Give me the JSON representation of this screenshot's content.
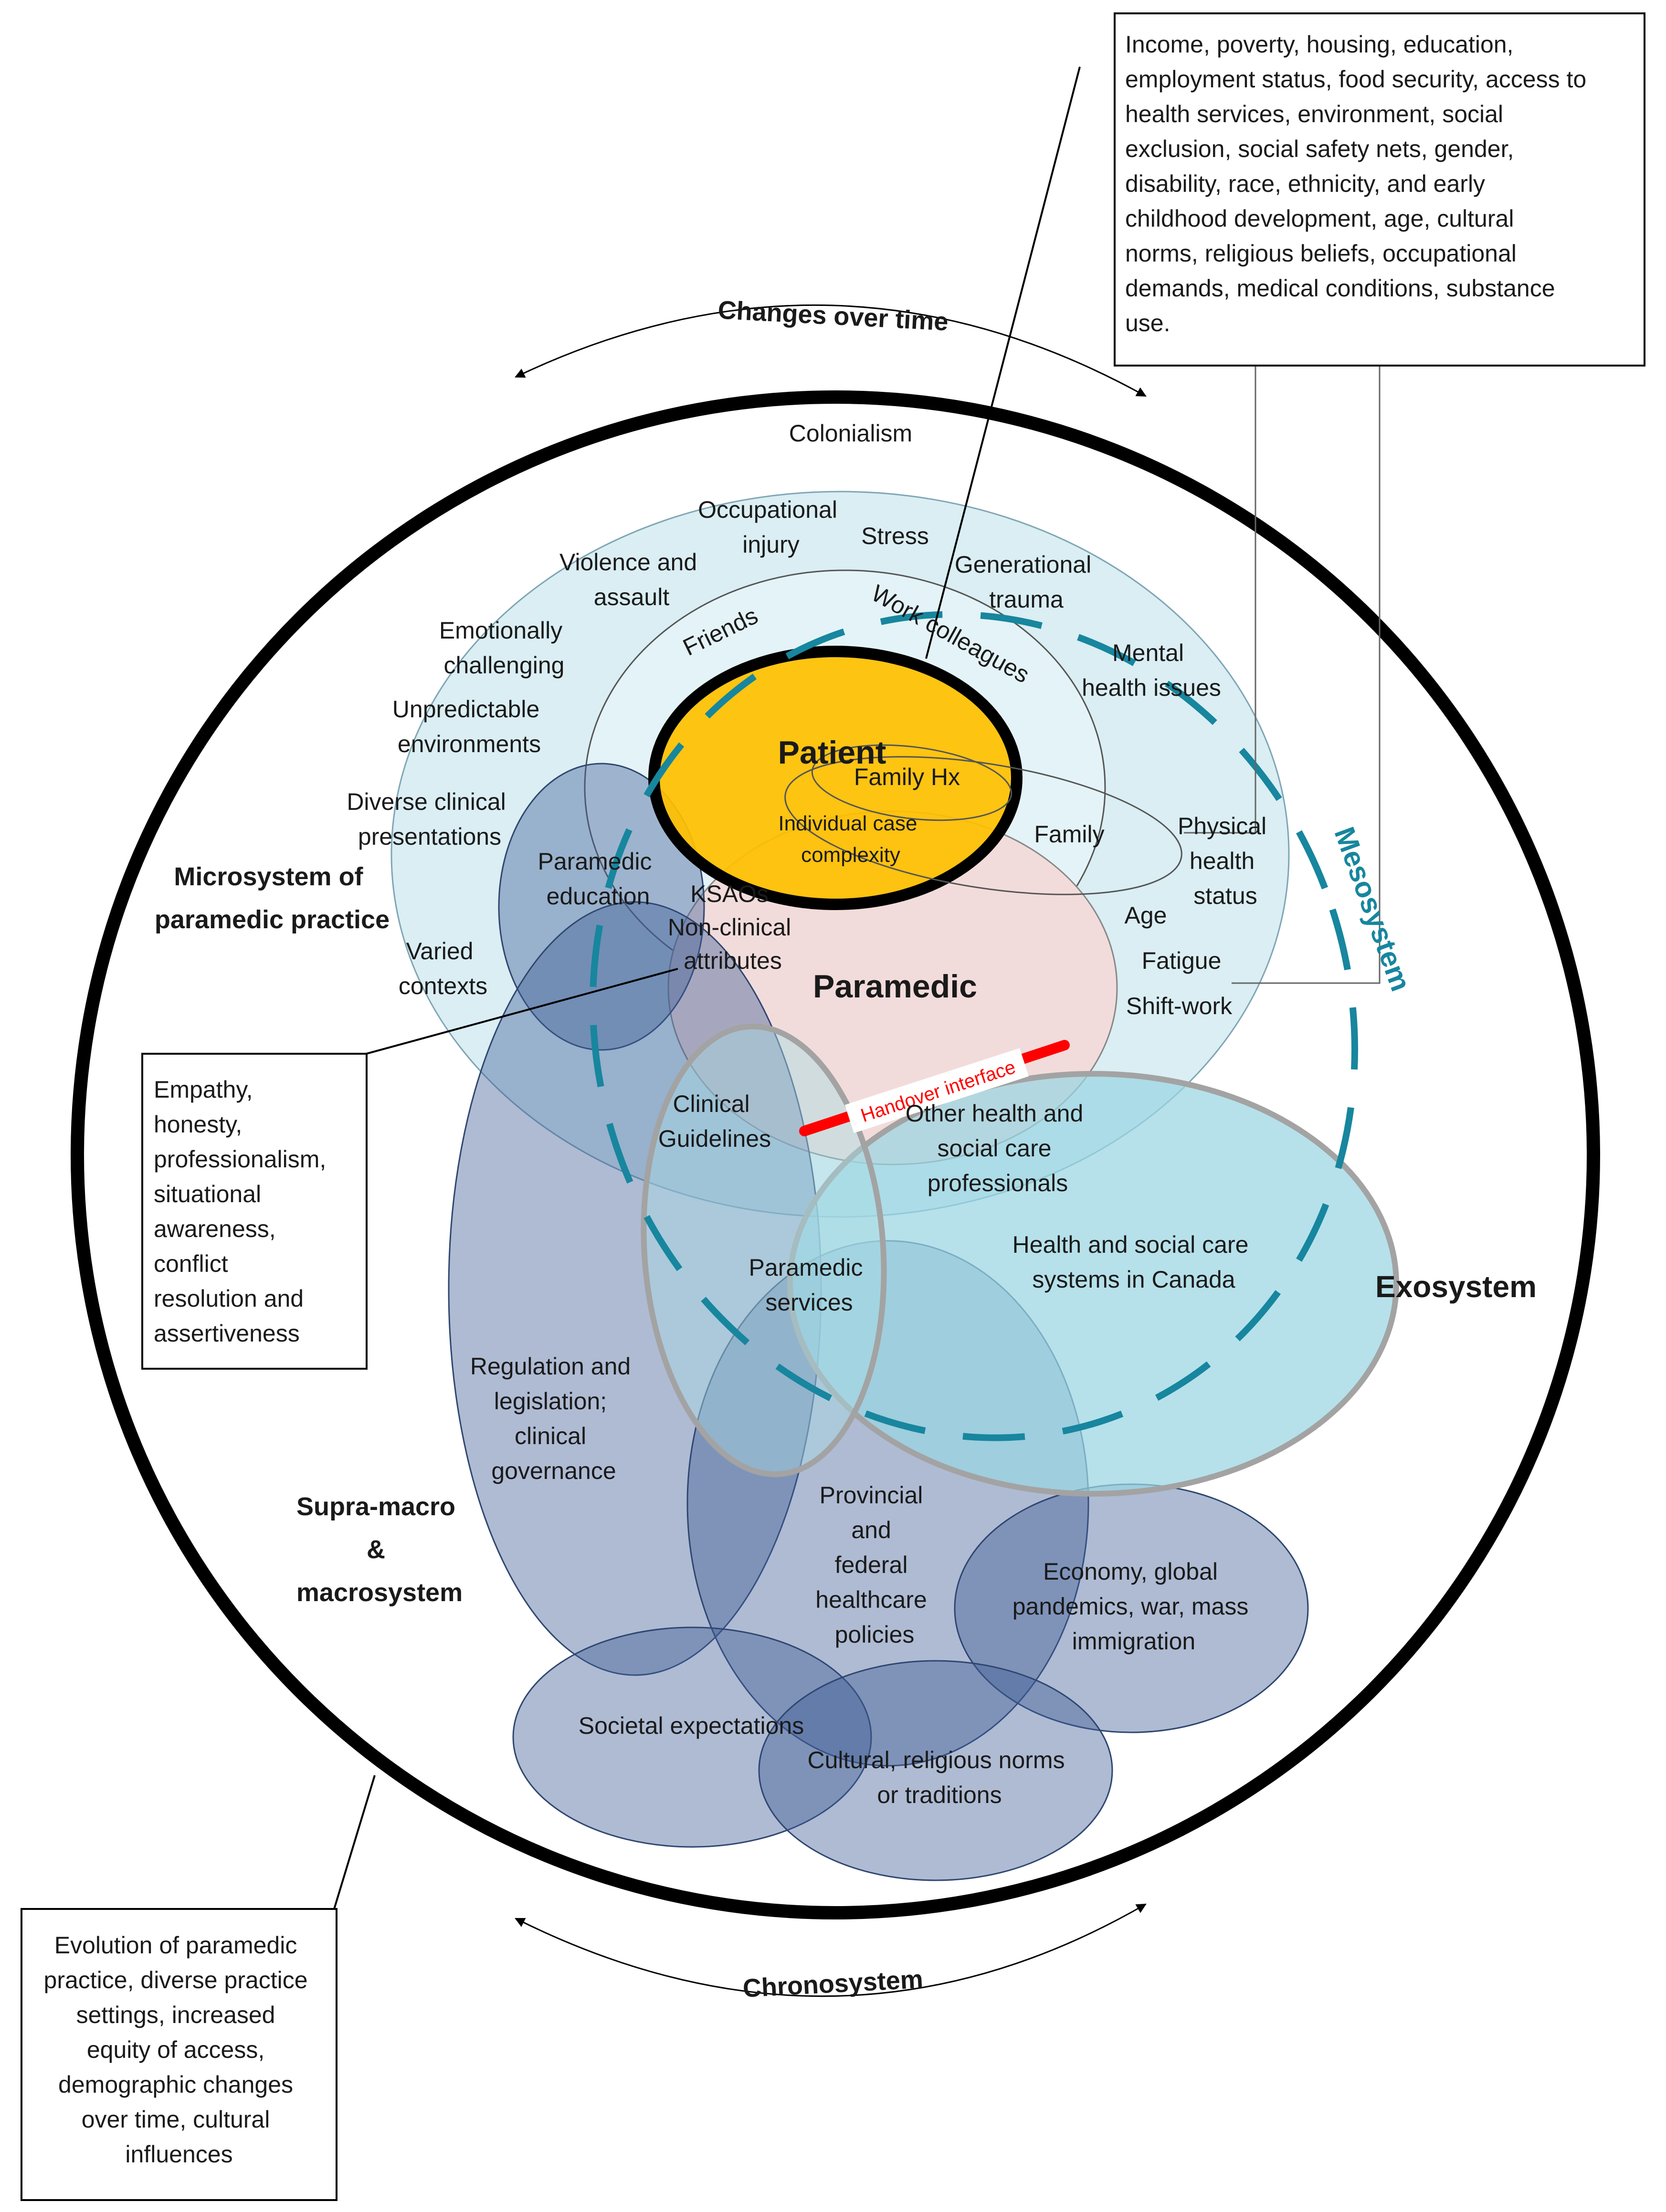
{
  "chronosystem": {
    "top_label": "Changes over time",
    "bottom_label": "Chronosystem",
    "description": [
      "Evolution of paramedic",
      "practice, diverse practice",
      "settings, increased",
      "equity of access,",
      "demographic changes",
      "over time, cultural",
      "influences"
    ]
  },
  "determinants_box": {
    "lines": [
      "Income, poverty, housing, education,",
      "employment status, food security, access to",
      "health services, environment, social",
      "exclusion, social safety nets, gender,",
      "disability, race, ethnicity, and early",
      "childhood development, age, cultural",
      "norms, religious beliefs, occupational",
      "demands, medical conditions, substance",
      "use."
    ]
  },
  "attributes_box": {
    "lines": [
      "Empathy,",
      "honesty,",
      "professionalism,",
      "situational",
      "awareness,",
      "conflict",
      "resolution and",
      "assertiveness"
    ]
  },
  "labels": {
    "colonialism": "Colonialism",
    "occupational_injury": [
      "Occupational",
      "injury"
    ],
    "stress": "Stress",
    "violence": [
      "Violence and",
      "assault"
    ],
    "generational_trauma": [
      "Generational",
      "trauma"
    ],
    "emotionally": [
      "Emotionally",
      "challenging"
    ],
    "mental_health": [
      "Mental",
      "health issues"
    ],
    "unpredictable": [
      "Unpredictable",
      "environments"
    ],
    "diverse_clinical": [
      "Diverse clinical",
      "presentations"
    ],
    "physical_health": [
      "Physical",
      "health",
      "status"
    ],
    "microsystem": [
      "Microsystem of",
      "paramedic practice"
    ],
    "varied_contexts": [
      "Varied",
      "contexts"
    ],
    "age": "Age",
    "fatigue": "Fatigue",
    "shift_work": "Shift-work",
    "friends": "Friends",
    "work_colleagues": "Work colleagues",
    "patient": "Patient",
    "family_hx": "Family Hx",
    "case_complexity": [
      "Individual case",
      "complexity"
    ],
    "family": "Family",
    "paramedic_education": [
      "Paramedic",
      "education"
    ],
    "ksaos": [
      "KSAOs",
      "Non-clinical",
      "attributes"
    ],
    "paramedic": "Paramedic",
    "mesosystem": "Mesosystem",
    "handover": "Handover interface",
    "clinical_guidelines": [
      "Clinical",
      "Guidelines"
    ],
    "other_professionals": [
      "Other health and",
      "social care",
      "professionals"
    ],
    "health_systems": [
      "Health and social care",
      "systems in Canada"
    ],
    "exosystem": "Exosystem",
    "paramedic_services": [
      "Paramedic",
      "services"
    ],
    "regulation": [
      "Regulation and",
      "legislation;",
      "clinical",
      "governance"
    ],
    "supra_macro": [
      "Supra-macro",
      "&",
      "macrosystem"
    ],
    "provincial": [
      "Provincial",
      "and",
      "federal",
      "healthcare",
      "policies"
    ],
    "economy": [
      "Economy, global",
      "pandemics, war, mass",
      "immigration"
    ],
    "societal": "Societal expectations",
    "cultural": [
      "Cultural, religious norms",
      "or traditions"
    ]
  },
  "colors": {
    "microsystem_fill": "#daeef3",
    "patient_fill": "#ffc000",
    "paramedic_fill": "#f2dcdb",
    "macro_fill": "#8096b8",
    "exo_fill": "#9ad6e2",
    "mesosystem_stroke": "#17869e",
    "handover_stroke": "#ff0000"
  }
}
